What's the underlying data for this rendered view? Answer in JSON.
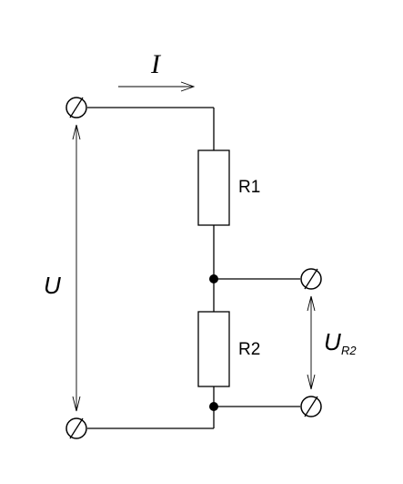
{
  "circuit": {
    "current_label": "I",
    "voltage_label": "U",
    "r1_label": "R1",
    "r2_label": "R2",
    "output_voltage_label": "U",
    "output_voltage_subscript": "R2"
  },
  "colors": {
    "line": "#000000",
    "background": "#ffffff"
  }
}
